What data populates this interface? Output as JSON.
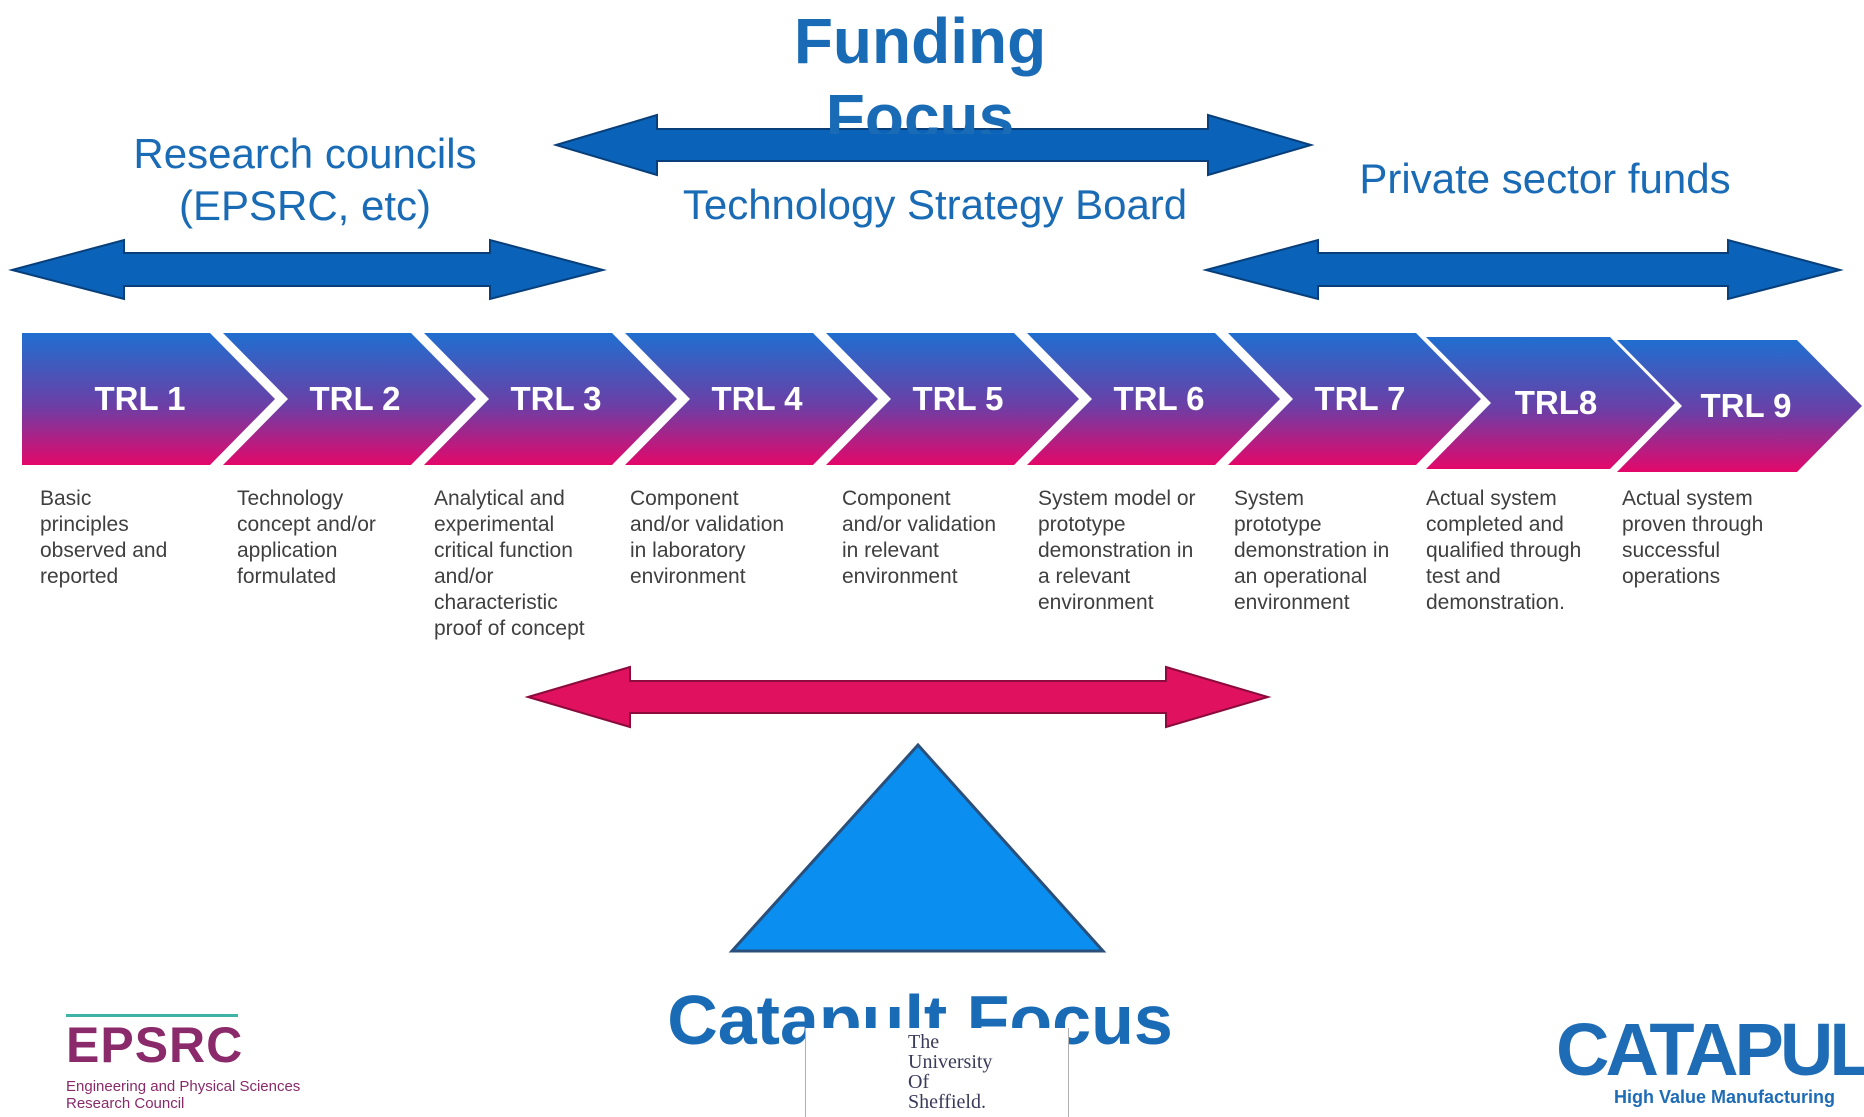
{
  "funding_focus": {
    "title_line1": "Funding",
    "title_line2": "Focus"
  },
  "funders": {
    "research_councils_line1": "Research councils",
    "research_councils_line2": "(EPSRC, etc)",
    "technology_strategy_board": "Technology Strategy Board",
    "private_sector": "Private sector funds"
  },
  "trl_stages": [
    {
      "label": "TRL 1",
      "desc": [
        "Basic",
        "principles",
        "observed and",
        "reported"
      ]
    },
    {
      "label": "TRL 2",
      "desc": [
        "Technology",
        "concept and/or",
        "application",
        "formulated"
      ]
    },
    {
      "label": "TRL 3",
      "desc": [
        "Analytical and",
        "experimental",
        "critical function",
        "and/or",
        "characteristic",
        "proof of concept"
      ]
    },
    {
      "label": "TRL 4",
      "desc": [
        "Component",
        "and/or validation",
        "in laboratory",
        "environment"
      ]
    },
    {
      "label": "TRL 5",
      "desc": [
        "Component",
        "and/or validation",
        "in relevant",
        "environment"
      ]
    },
    {
      "label": "TRL 6",
      "desc": [
        "System model or",
        "prototype",
        "demonstration in",
        "a relevant",
        "environment"
      ]
    },
    {
      "label": "TRL 7",
      "desc": [
        "System",
        "prototype",
        "demonstration in",
        "an operational",
        "environment"
      ]
    },
    {
      "label": "TRL8",
      "desc": [
        "Actual system",
        "completed and",
        "qualified through",
        "test and",
        "demonstration."
      ]
    },
    {
      "label": "TRL 9",
      "desc": [
        "Actual system",
        "proven through",
        "successful",
        "operations"
      ]
    }
  ],
  "catapult_focus": "Catapult Focus",
  "logos": {
    "epsrc_word": "EPSRC",
    "epsrc_sub_line1": "Engineering and Physical Sciences",
    "epsrc_sub_line2": "Research Council",
    "sheffield_line1": "The",
    "sheffield_line2": "University",
    "sheffield_line3": "Of",
    "sheffield_line4": "Sheffield.",
    "catapult_word": "CATAPULT",
    "catapult_sub": "High Value Manufacturing"
  },
  "colors": {
    "blue_arrow": "#0a63b8",
    "pink_arrow": "#e0115f",
    "chevron_top": "#1f6fd0",
    "chevron_bottom": "#e3086a",
    "triangle": "#0a8ff0",
    "text_blue": "#1a6bb5"
  }
}
